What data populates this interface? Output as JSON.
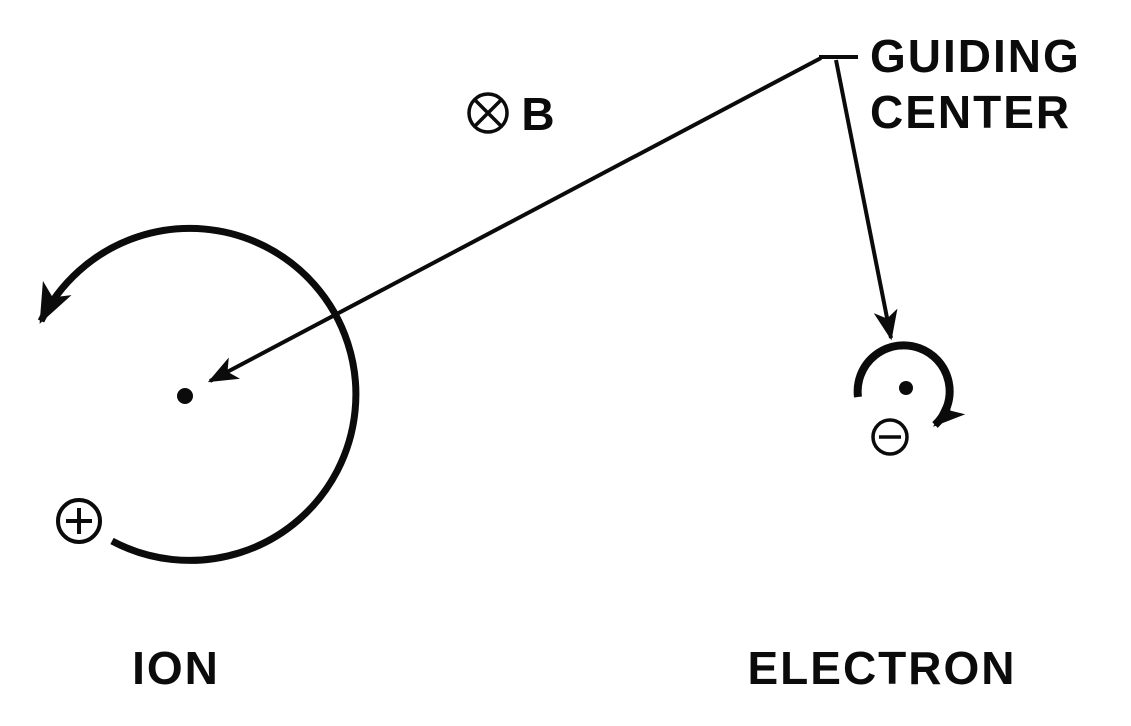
{
  "diagram": {
    "type": "physics-diagram",
    "subject": "charged particle gyration about guiding centers in a magnetic field",
    "colors": {
      "ink": "#0b0b0b",
      "background": "#ffffff"
    },
    "labels": {
      "guiding_center_line1": "GUIDING",
      "guiding_center_line2": "CENTER",
      "magnetic_field": "B",
      "ion": "ION",
      "electron": "ELECTRON"
    },
    "symbols": {
      "b_into_page": "⊗",
      "ion_charge": "+",
      "electron_charge": "−"
    },
    "annotations": {
      "ion_orbit": "large circular orbit, counterclockwise arrow, plus charge marker on orbit",
      "electron_orbit": "small circular orbit, clockwise arrow, minus charge marker on orbit",
      "guiding_center_pointers": "two arrows from GUIDING CENTER label to the ion center dot and the electron center dot",
      "b_field_direction": "into the page (circled X symbol)"
    }
  }
}
